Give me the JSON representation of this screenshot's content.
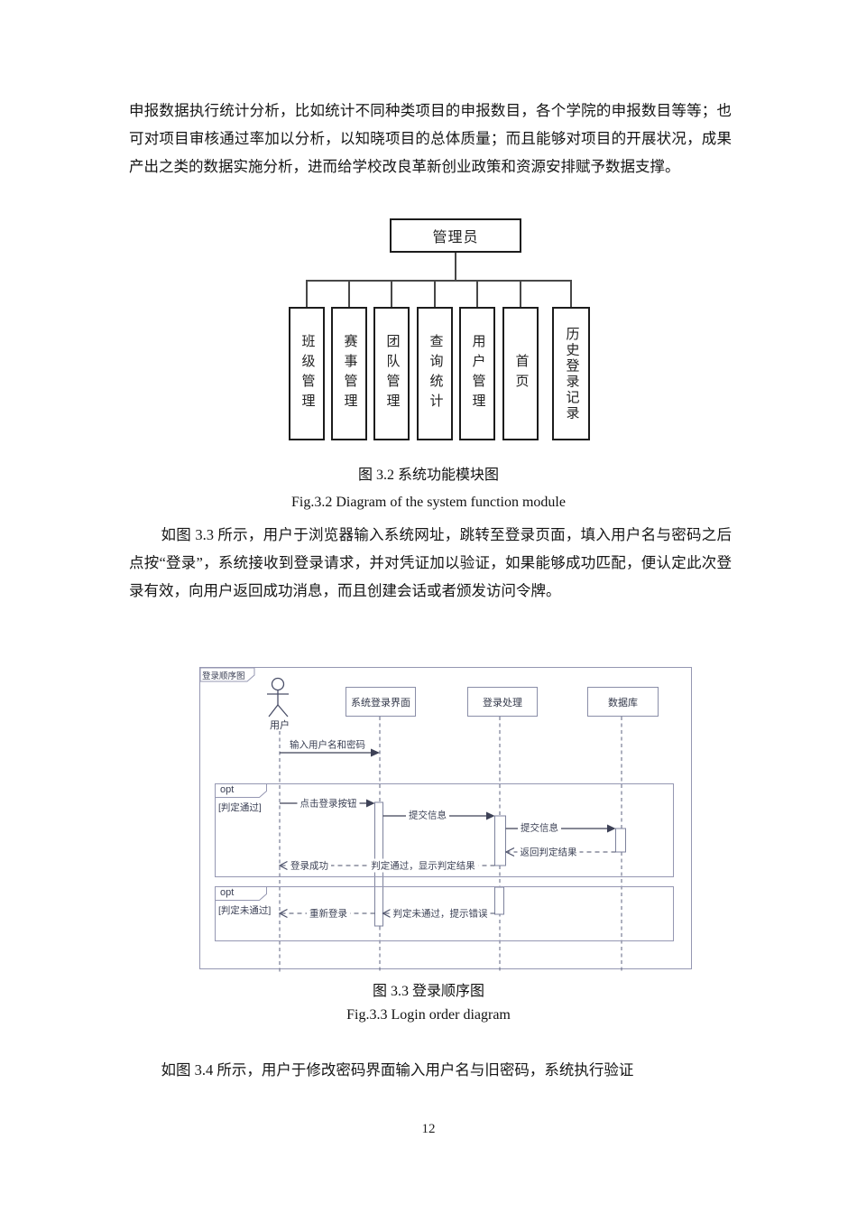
{
  "paragraphs": {
    "p1": "申报数据执行统计分析，比如统计不同种类项目的申报数目，各个学院的申报数目等等；也可对项目审核通过率加以分析，以知晓项目的总体质量；而且能够对项目的开展状况，成果产出之类的数据实施分析，进而给学校改良革新创业政策和资源安排赋予数据支撑。",
    "p2": "如图 3.3 所示，用户于浏览器输入系统网址，跳转至登录页面，填入用户名与密码之后点按“登录”，系统接收到登录请求，并对凭证加以验证，如果能够成功匹配，便认定此次登录有效，向用户返回成功消息，而且创建会话或者颁发访问令牌。",
    "p3": "如图 3.4 所示，用户于修改密码界面输入用户名与旧密码，系统执行验证"
  },
  "figure32": {
    "root": "管理员",
    "children": [
      "班级管理",
      "赛事管理",
      "团队管理",
      "查询统计",
      "用户管理",
      "首页",
      "历史登录记录"
    ],
    "caption_zh": "图 3.2 系统功能模块图",
    "caption_en": "Fig.3.2 Diagram of the system function module"
  },
  "figure33": {
    "frame_label": "登录顺序图",
    "actor": "用户",
    "lifelines": [
      "系统登录界面",
      "登录处理",
      "数据库"
    ],
    "opt1": {
      "label": "opt",
      "guard": "[判定通过]"
    },
    "opt2": {
      "label": "opt",
      "guard": "[判定未通过]"
    },
    "messages": {
      "m1": "输入用户名和密码",
      "m2": "点击登录按钮",
      "m3": "提交信息",
      "m4": "提交信息",
      "m5": "返回判定结果",
      "m6": "判定通过，显示判定结果",
      "m7": "登录成功",
      "m8": "判定未通过，提示错误",
      "m9": "重新登录"
    },
    "caption_zh": "图 3.3 登录顺序图",
    "caption_en": "Fig.3.3 Login order diagram"
  },
  "page": {
    "number": "12"
  },
  "colors": {
    "frame": "#9597b2",
    "lifeline": "#6a6f8a",
    "arrow": "#3d4156",
    "tree_border": "#1c1c1c"
  }
}
